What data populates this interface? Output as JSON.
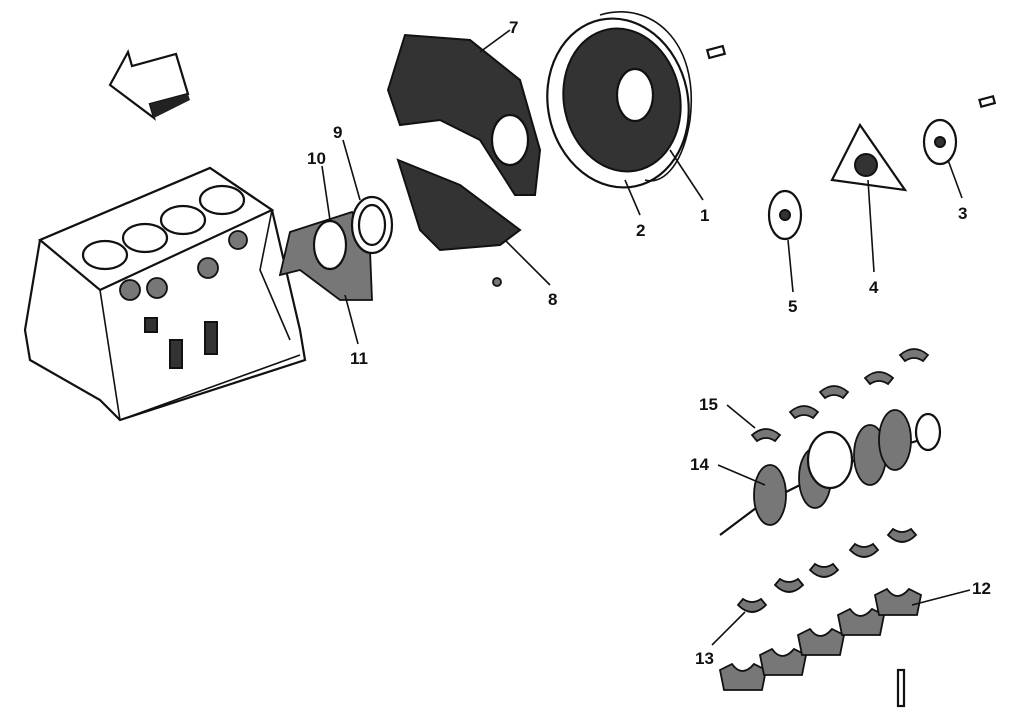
{
  "diagram": {
    "type": "exploded-view",
    "callouts": [
      {
        "id": "1",
        "text": "1"
      },
      {
        "id": "2",
        "text": "2"
      },
      {
        "id": "3",
        "text": "3"
      },
      {
        "id": "4",
        "text": "4"
      },
      {
        "id": "5",
        "text": "5"
      },
      {
        "id": "7",
        "text": "7"
      },
      {
        "id": "8",
        "text": "8"
      },
      {
        "id": "9",
        "text": "9"
      },
      {
        "id": "10",
        "text": "10"
      },
      {
        "id": "11",
        "text": "11"
      },
      {
        "id": "12",
        "text": "12"
      },
      {
        "id": "13",
        "text": "13"
      },
      {
        "id": "14",
        "text": "14"
      },
      {
        "id": "15",
        "text": "15"
      }
    ]
  }
}
